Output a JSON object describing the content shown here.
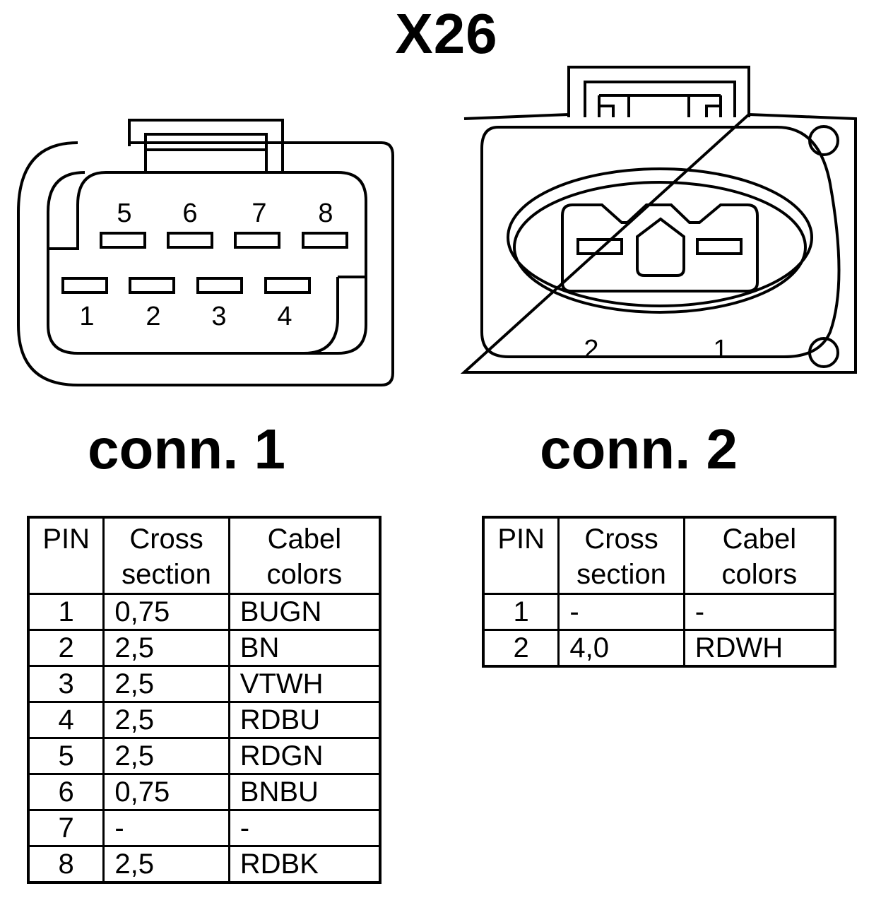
{
  "title": "X26",
  "connector1": {
    "label": "conn. 1",
    "pins_top": [
      "5",
      "6",
      "7",
      "8"
    ],
    "pins_bottom": [
      "1",
      "2",
      "3",
      "4"
    ],
    "table": {
      "headers": {
        "pin": "PIN",
        "cross_line1": "Cross",
        "cross_line2": "section",
        "color_line1": "Cabel",
        "color_line2": "colors"
      },
      "rows": [
        {
          "pin": "1",
          "cross": "0,75",
          "color": "BUGN"
        },
        {
          "pin": "2",
          "cross": "2,5",
          "color": "BN"
        },
        {
          "pin": "3",
          "cross": "2,5",
          "color": "VTWH"
        },
        {
          "pin": "4",
          "cross": "2,5",
          "color": "RDBU"
        },
        {
          "pin": "5",
          "cross": "2,5",
          "color": "RDGN"
        },
        {
          "pin": "6",
          "cross": "0,75",
          "color": "BNBU"
        },
        {
          "pin": "7",
          "cross": "-",
          "color": "-"
        },
        {
          "pin": "8",
          "cross": "2,5",
          "color": "RDBK"
        }
      ]
    }
  },
  "connector2": {
    "label": "conn. 2",
    "pins": [
      "2",
      "1"
    ],
    "table": {
      "headers": {
        "pin": "PIN",
        "cross_line1": "Cross",
        "cross_line2": "section",
        "color_line1": "Cabel",
        "color_line2": "colors"
      },
      "rows": [
        {
          "pin": "1",
          "cross": "-",
          "color": "-"
        },
        {
          "pin": "2",
          "cross": "4,0",
          "color": "RDWH"
        }
      ]
    }
  }
}
